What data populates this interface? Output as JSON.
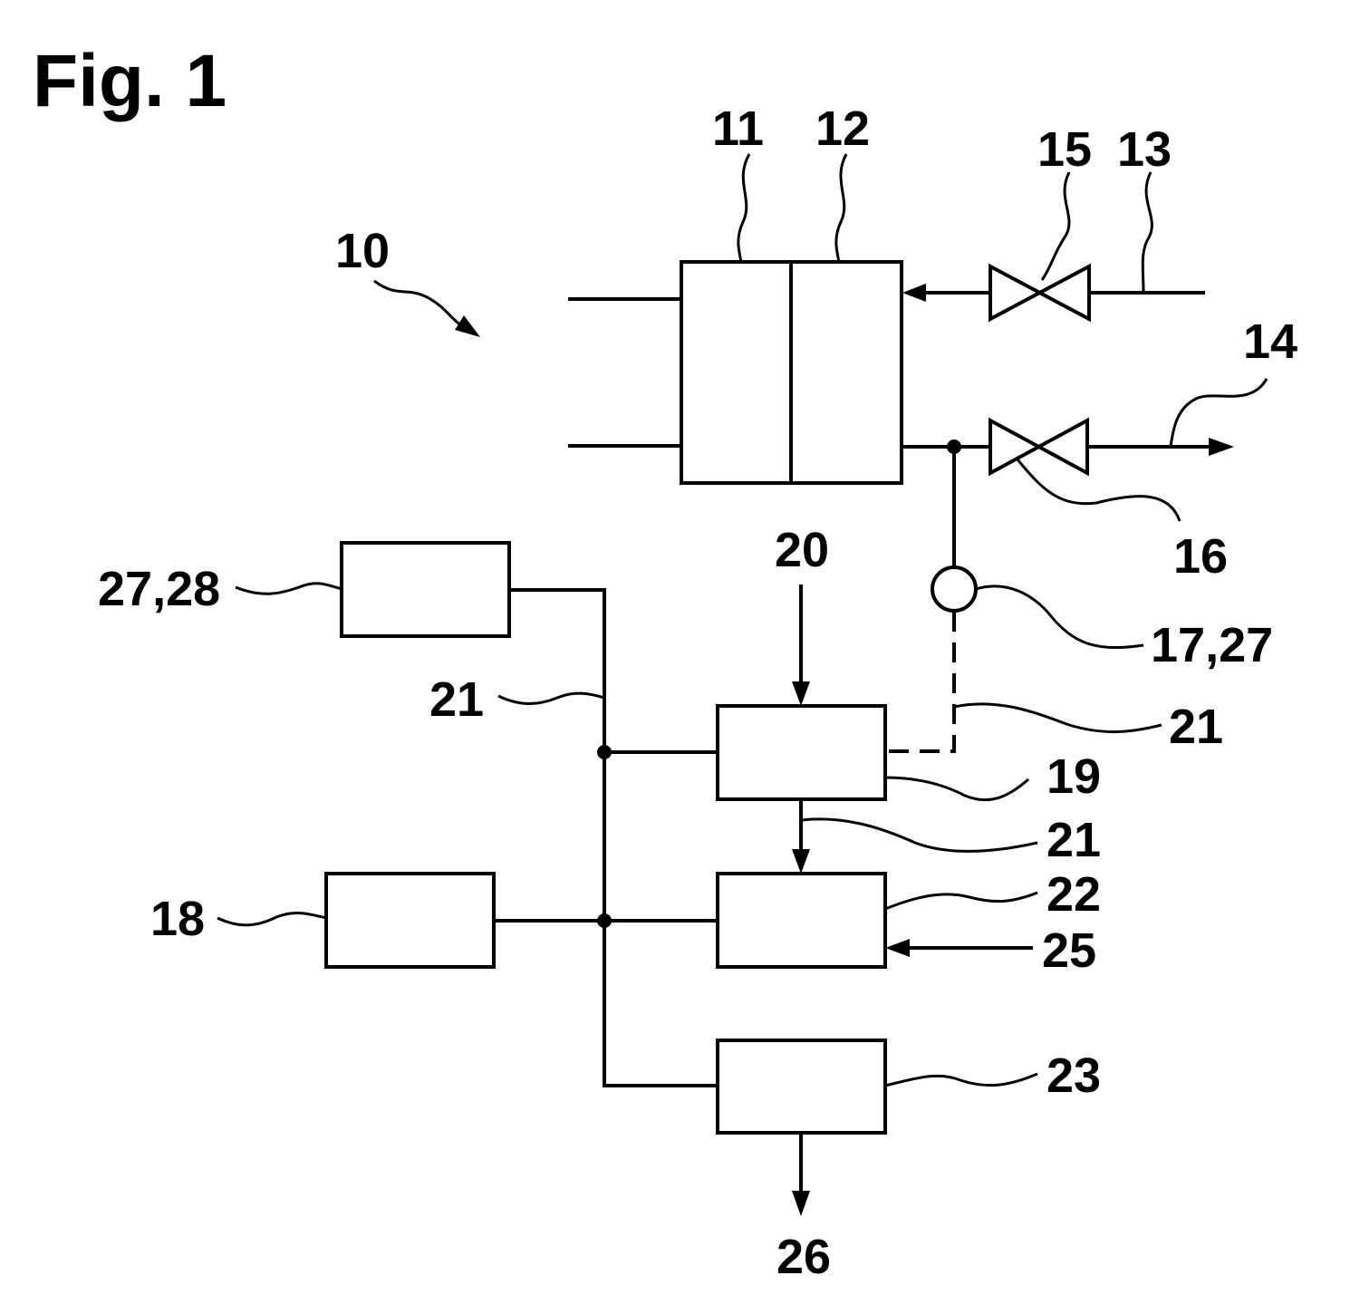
{
  "figure": {
    "title": "Fig. 1",
    "labels": {
      "system": "10",
      "part_11": "11",
      "part_12": "12",
      "line_13": "13",
      "line_14": "14",
      "valve_15": "15",
      "valve_16": "16",
      "sensor_17_27": "17,27",
      "block_18": "18",
      "block_19": "19",
      "input_20": "20",
      "bus_21_left": "21",
      "bus_21_dashed": "21",
      "bus_21_arrow": "21",
      "block_22": "22",
      "block_23": "23",
      "input_25": "25",
      "output_26": "26",
      "block_27_28": "27,28"
    }
  }
}
